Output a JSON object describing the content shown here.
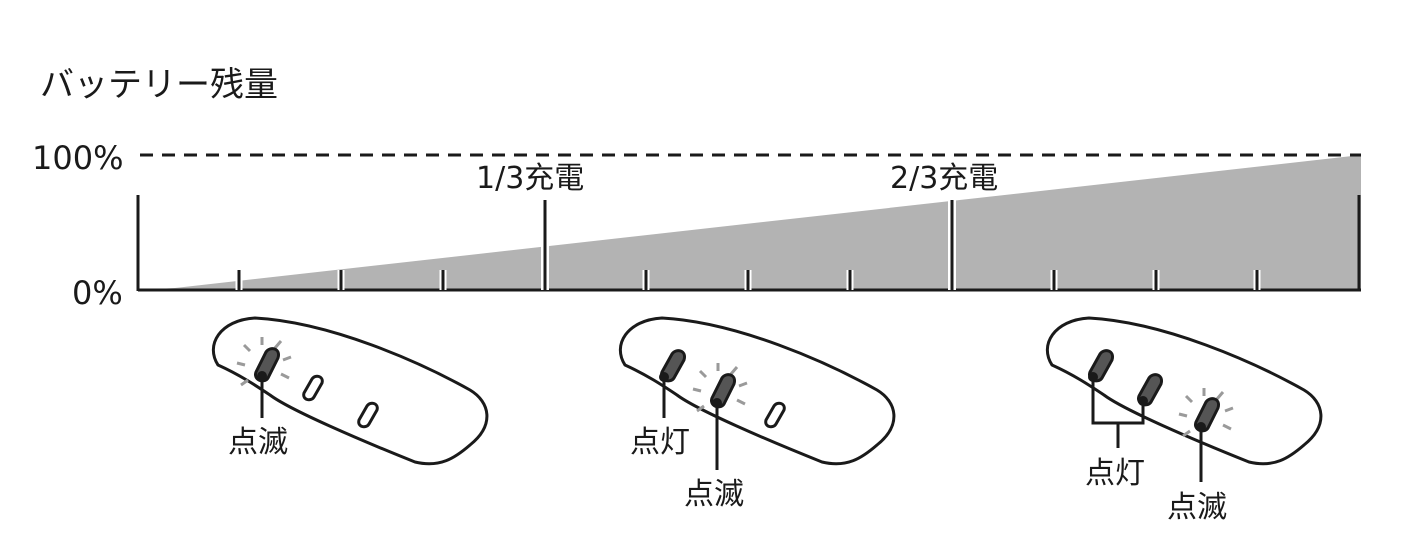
{
  "title": "バッテリー残量",
  "y_axis": {
    "top_label": "100%",
    "bottom_label": "0%"
  },
  "markers": [
    {
      "label": "1/3充電",
      "fraction": 0.3333
    },
    {
      "label": "2/3充電",
      "fraction": 0.6667
    }
  ],
  "fill_color": "#b3b3b3",
  "line_color": "#1a1a1a",
  "indicators": [
    {
      "stage": "0-1/3",
      "leds": [
        "blinking",
        "off",
        "off"
      ],
      "labels": {
        "blink": "点滅"
      }
    },
    {
      "stage": "1/3-2/3",
      "leds": [
        "on",
        "blinking",
        "off"
      ],
      "labels": {
        "on": "点灯",
        "blink": "点滅"
      }
    },
    {
      "stage": "2/3-100",
      "leds": [
        "on",
        "on",
        "blinking"
      ],
      "labels": {
        "on": "点灯",
        "blink": "点滅"
      }
    }
  ]
}
